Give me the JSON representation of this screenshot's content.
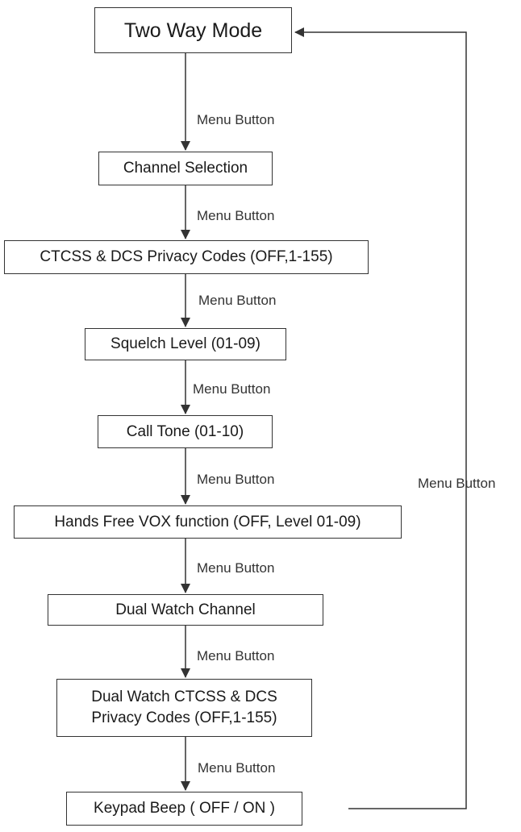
{
  "diagram": {
    "nodes": [
      {
        "id": "two-way-mode",
        "label": "Two Way Mode"
      },
      {
        "id": "channel-selection",
        "label": "Channel Selection"
      },
      {
        "id": "ctcss-dcs",
        "label": "CTCSS & DCS Privacy Codes (OFF,1-155)"
      },
      {
        "id": "squelch-level",
        "label": "Squelch Level (01-09)"
      },
      {
        "id": "call-tone",
        "label": "Call Tone (01-10)"
      },
      {
        "id": "vox",
        "label": "Hands Free VOX function (OFF, Level 01-09)"
      },
      {
        "id": "dual-watch-channel",
        "label": "Dual Watch Channel"
      },
      {
        "id": "dual-watch-ctcss",
        "label": "Dual Watch CTCSS & DCS\nPrivacy Codes (OFF,1-155)"
      },
      {
        "id": "keypad-beep",
        "label": "Keypad Beep ( OFF / ON )"
      }
    ],
    "edges": [
      {
        "from": "two-way-mode",
        "to": "channel-selection",
        "label": "Menu Button"
      },
      {
        "from": "channel-selection",
        "to": "ctcss-dcs",
        "label": "Menu Button"
      },
      {
        "from": "ctcss-dcs",
        "to": "squelch-level",
        "label": "Menu Button"
      },
      {
        "from": "squelch-level",
        "to": "call-tone",
        "label": "Menu Button"
      },
      {
        "from": "call-tone",
        "to": "vox",
        "label": "Menu Button"
      },
      {
        "from": "vox",
        "to": "dual-watch-channel",
        "label": "Menu Button"
      },
      {
        "from": "dual-watch-channel",
        "to": "dual-watch-ctcss",
        "label": "Menu Button"
      },
      {
        "from": "dual-watch-ctcss",
        "to": "keypad-beep",
        "label": "Menu Button"
      },
      {
        "from": "keypad-beep",
        "to": "two-way-mode",
        "label": "Menu Button"
      }
    ]
  },
  "colors": {
    "line": "#333333",
    "text": "#1a1a1a"
  }
}
